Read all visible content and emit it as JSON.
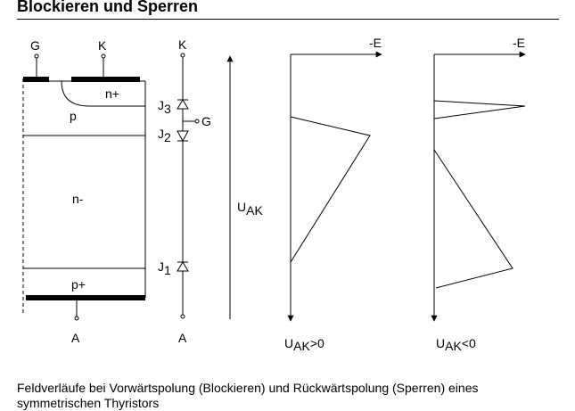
{
  "page": {
    "title": "Blockieren und Sperren",
    "caption": "Feldverläufe bei Vorwärtspolung (Blockieren) und Rückwärtspolung (Sperren) eines symmetrischen Thyristors"
  },
  "structure": {
    "terminal_gate": "G",
    "terminal_cathode": "K",
    "terminal_anode": "A",
    "layer_n_plus": "n+",
    "layer_p": "p",
    "layer_n_minus": "n-",
    "layer_p_plus": "p+"
  },
  "circuit": {
    "top_label": "K",
    "bottom_label": "A",
    "gate_label": "G",
    "junction_3": {
      "main": "J",
      "sub": "3"
    },
    "junction_2": {
      "main": "J",
      "sub": "2"
    },
    "junction_1": {
      "main": "J",
      "sub": "1"
    },
    "voltage": {
      "main": "U",
      "sub": "AK"
    }
  },
  "plot_forward": {
    "axis_label": "-E",
    "condition": {
      "main": "U",
      "sub": "AK",
      "suffix": ">0"
    }
  },
  "plot_reverse": {
    "axis_label": "-E",
    "condition": {
      "main": "U",
      "sub": "AK",
      "suffix": "<0"
    }
  }
}
